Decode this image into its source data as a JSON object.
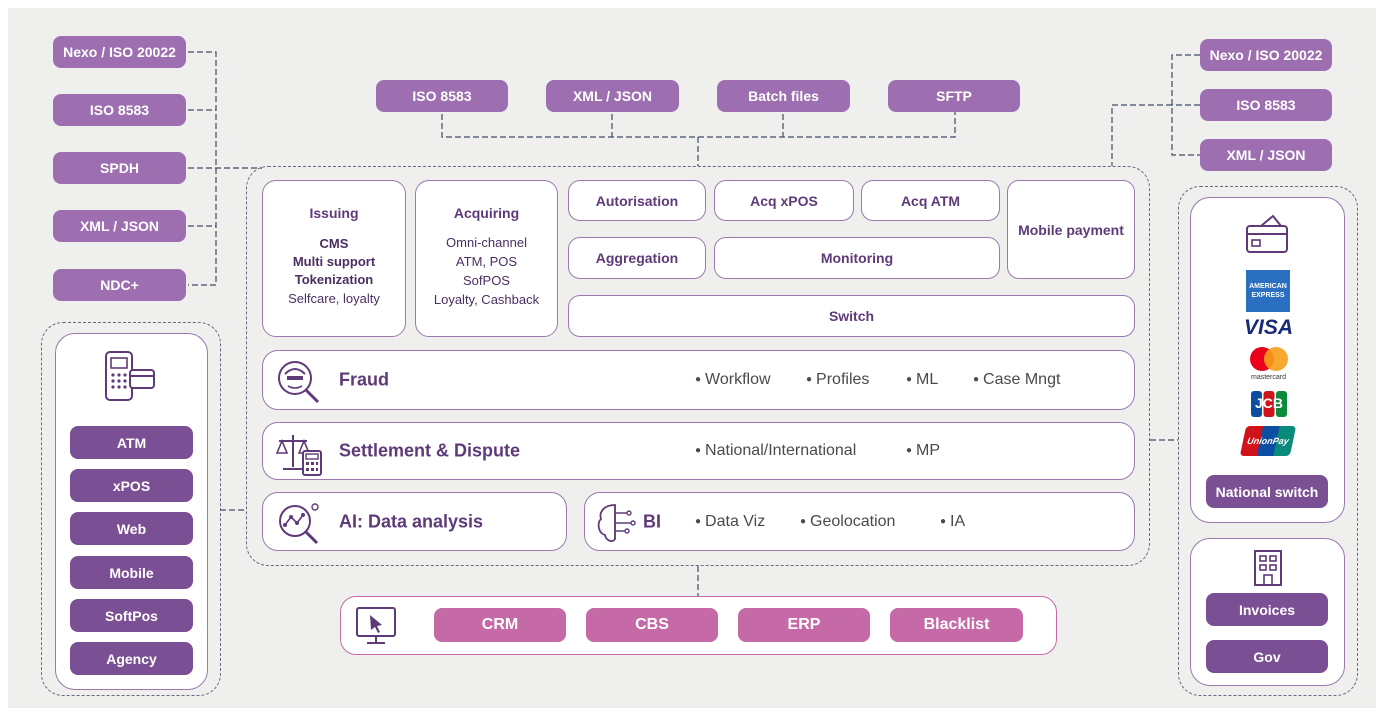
{
  "left_protocols": [
    "Nexo / ISO 20022",
    "ISO 8583",
    "SPDH",
    "XML / JSON",
    "NDC+"
  ],
  "top_protocols": [
    "ISO 8583",
    "XML / JSON",
    "Batch files",
    "SFTP"
  ],
  "right_protocols": [
    "Nexo / ISO 20022",
    "ISO 8583",
    "XML / JSON"
  ],
  "channels": [
    "ATM",
    "xPOS",
    "Web",
    "Mobile",
    "SoftPos",
    "Agency"
  ],
  "issuing": {
    "title": "Issuing",
    "items_bold": [
      "CMS",
      "Multi support",
      "Tokenization"
    ],
    "items": [
      "Selfcare, loyalty"
    ]
  },
  "acquiring": {
    "title": "Acquiring",
    "items": [
      "Omni-channel",
      "ATM, POS",
      "SofPOS",
      "Loyalty, Cashback"
    ]
  },
  "modules": {
    "autorisation": "Autorisation",
    "acq_xpos": "Acq xPOS",
    "acq_atm": "Acq ATM",
    "mobile_payment": "Mobile payment",
    "aggregation": "Aggregation",
    "monitoring": "Monitoring",
    "switch": "Switch"
  },
  "fraud": {
    "title": "Fraud",
    "bullets": [
      "Workflow",
      "Profiles",
      "ML",
      "Case Mngt"
    ]
  },
  "settlement": {
    "title": "Settlement & Dispute",
    "bullets": [
      "National/International",
      "MP"
    ]
  },
  "ai": {
    "title": "AI: Data analysis"
  },
  "bi": {
    "title": "BI",
    "bullets": [
      "Data Viz",
      "Geolocation",
      "IA"
    ]
  },
  "backend": [
    "CRM",
    "CBS",
    "ERP",
    "Blacklist"
  ],
  "schemes": {
    "amex": "AMERICAN EXPRESS",
    "visa": "VISA",
    "mastercard": "mastercard",
    "jcb": "JCB",
    "unionpay": "UnionPay",
    "national_switch": "National switch"
  },
  "gov_items": [
    "Invoices",
    "Gov"
  ],
  "colors": {
    "dark_purple": "#7b4f93",
    "mid_purple": "#9d6fb0",
    "pink": "#c56aa7",
    "title_purple": "#5f3a78",
    "background": "#efefed"
  }
}
